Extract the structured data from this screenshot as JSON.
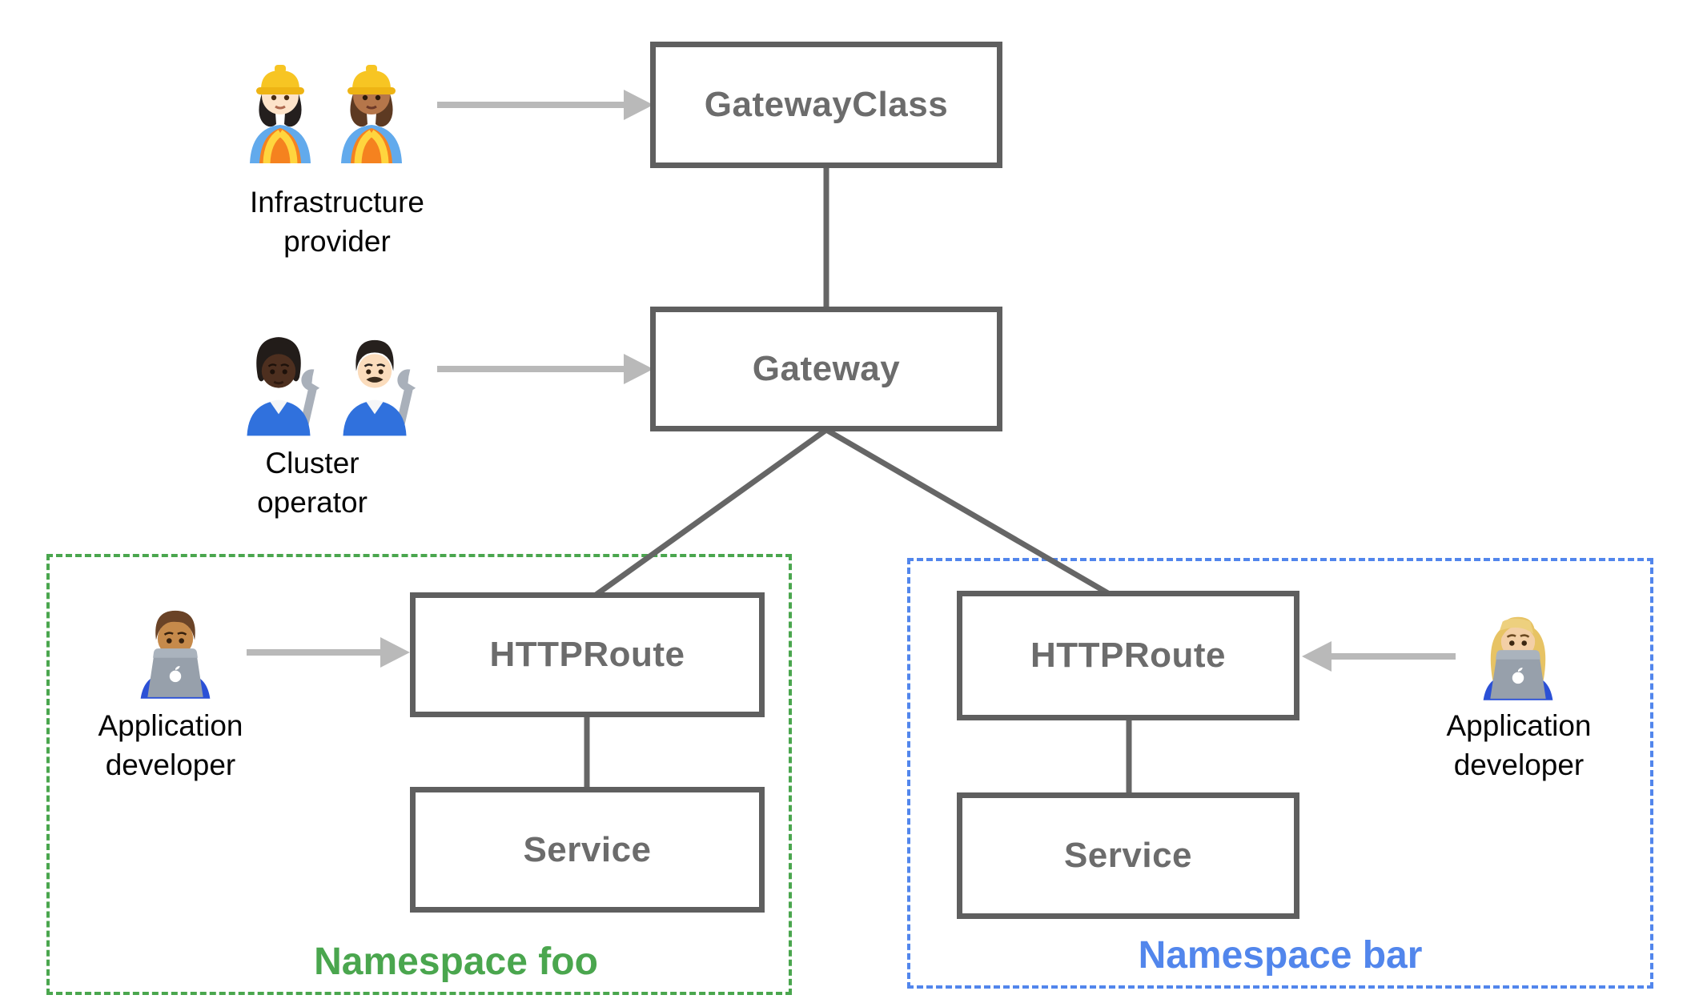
{
  "nodes": {
    "gatewayclass": {
      "label": "GatewayClass"
    },
    "gateway": {
      "label": "Gateway"
    },
    "httproute_foo": {
      "label": "HTTPRoute"
    },
    "service_foo": {
      "label": "Service"
    },
    "httproute_bar": {
      "label": "HTTPRoute"
    },
    "service_bar": {
      "label": "Service"
    }
  },
  "personas": {
    "infrastructure_provider": {
      "label_line1": "Infrastructure",
      "label_line2": "provider",
      "icons": [
        "woman-construction-worker-light-emoji",
        "woman-construction-worker-medium-emoji"
      ]
    },
    "cluster_operator": {
      "label_line1": "Cluster",
      "label_line2": "operator",
      "icons": [
        "mechanic-dark-skin-emoji",
        "man-mechanic-light-skin-emoji"
      ]
    },
    "app_developer_foo": {
      "label_line1": "Application",
      "label_line2": "developer",
      "icons": [
        "man-technologist-emoji"
      ]
    },
    "app_developer_bar": {
      "label_line1": "Application",
      "label_line2": "developer",
      "icons": [
        "woman-technologist-emoji"
      ]
    }
  },
  "namespaces": {
    "foo": {
      "label": "Namespace foo",
      "color": "#4aa64e"
    },
    "bar": {
      "label": "Namespace bar",
      "color": "#5286ec"
    }
  },
  "colors": {
    "node_border": "#5f5f5f",
    "node_text": "#6c6c6c",
    "connector_line": "#666666",
    "arrow": "#b9b9b9",
    "persona_text": "#050505",
    "background": "#ffffff"
  }
}
